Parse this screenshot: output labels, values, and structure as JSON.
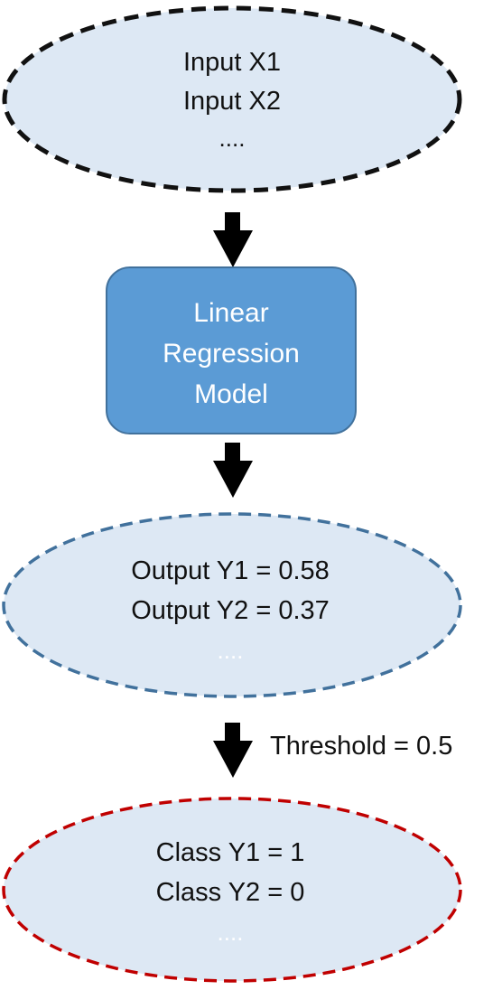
{
  "colors": {
    "ellipse_fill": "#dde8f4",
    "input_border": "#111111",
    "output_border": "#41719c",
    "class_border": "#c00000",
    "model_fill": "#5b9bd5",
    "model_border": "#41719c",
    "arrow": "#000000"
  },
  "input_node": {
    "line1": "Input X1",
    "line2": "Input X2",
    "line3": "...."
  },
  "model_node": {
    "line1": "Linear",
    "line2": "Regression",
    "line3": "Model"
  },
  "output_node": {
    "line1": "Output Y1 = 0.58",
    "line2": "Output Y2 = 0.37",
    "line3": "...."
  },
  "threshold_label": "Threshold = 0.5",
  "class_node": {
    "line1": "Class Y1 = 1",
    "line2": "Class Y2 = 0",
    "line3": "...."
  }
}
